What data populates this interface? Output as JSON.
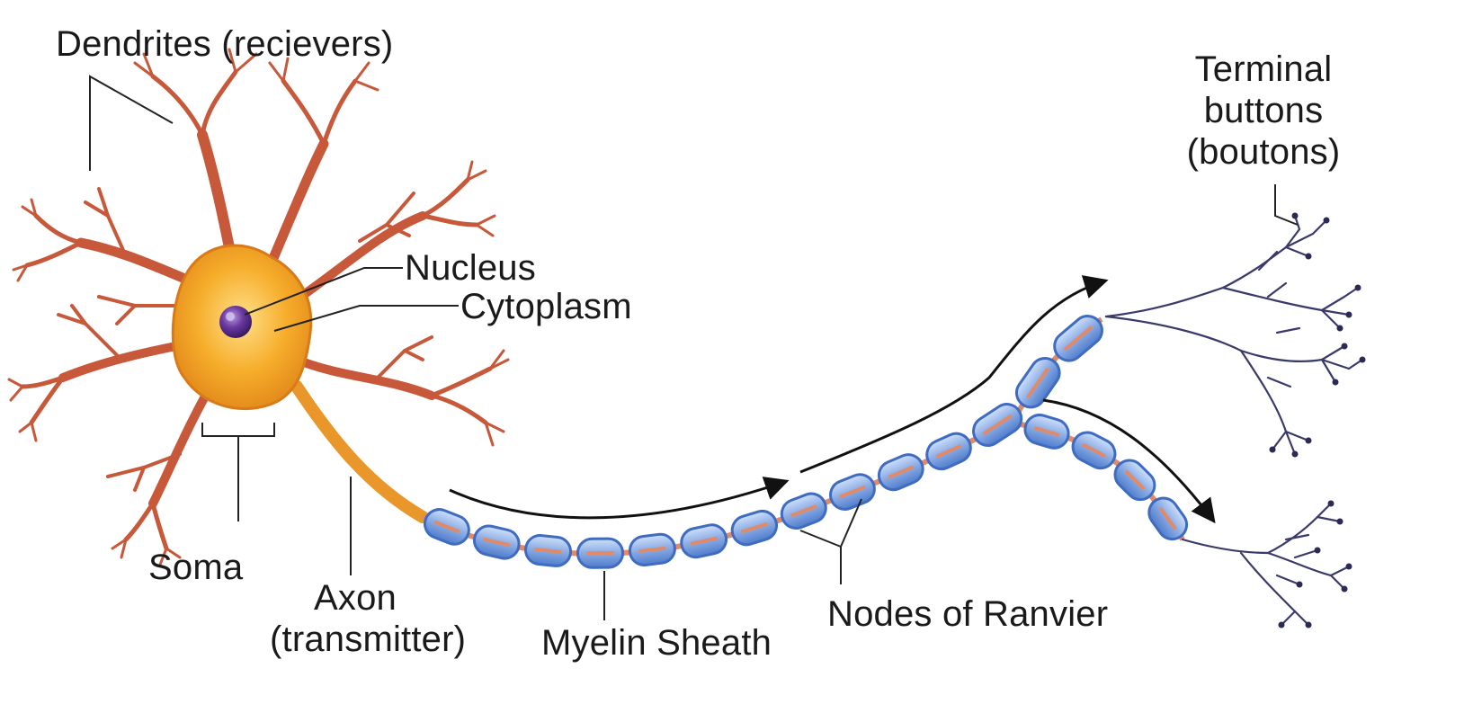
{
  "labels": {
    "dendrites": "Dendrites (recievers)",
    "terminal_1": "Terminal",
    "terminal_2": "buttons",
    "terminal_3": "(boutons)",
    "nucleus": "Nucleus",
    "cytoplasm": "Cytoplasm",
    "soma": "Soma",
    "axon_1": "Axon",
    "axon_2": "(transmitter)",
    "myelin": "Myelin Sheath",
    "nodes": "Nodes of Ranvier"
  },
  "colors": {
    "soma_fill": "#f4a020",
    "soma_core": "#ffd070",
    "dendrite": "#c8583a",
    "nucleus": "#5a2d8a",
    "myelin_fill": "#8fb0e6",
    "myelin_edge": "#3f6cc0",
    "axon_core": "#e08a6a",
    "terminal": "#3a3a6a",
    "leader": "#222222"
  },
  "icons": {
    "neuron": "neuron-cell-icon",
    "arrow": "signal-arrow-icon"
  }
}
